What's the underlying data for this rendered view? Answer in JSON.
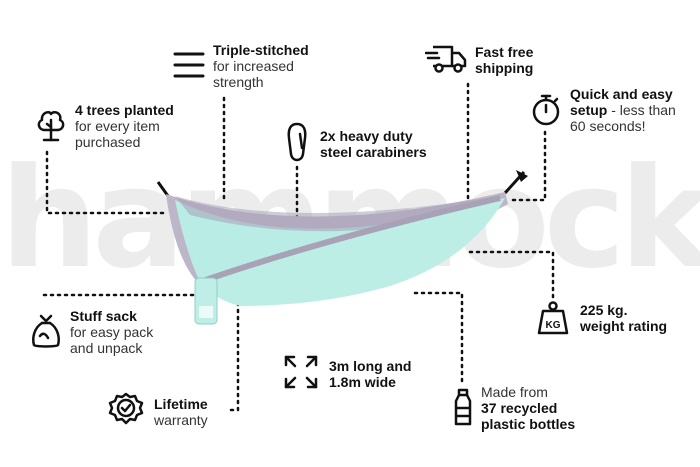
{
  "watermark": "hammock",
  "features": {
    "triple": {
      "title": "Triple-stitched",
      "line1": "for increased",
      "line2": "strength",
      "icon": "menu-lines-icon"
    },
    "shipping": {
      "line1": "Fast free",
      "line2": "shipping",
      "icon": "delivery-truck-icon"
    },
    "setup": {
      "line1": "Quick and easy",
      "line2": "setup",
      "line2_rest": " - less than",
      "line3": "60 seconds!",
      "icon": "stopwatch-icon"
    },
    "trees": {
      "title": "4 trees planted",
      "line1": "for every item",
      "line2": "purchased",
      "icon": "tree-icon"
    },
    "carabiners": {
      "line1": "2x heavy duty",
      "line2": "steel carabiners",
      "icon": "carabiner-icon"
    },
    "weight": {
      "line1": "225 kg.",
      "line2": "weight rating",
      "icon": "kg-weight-icon",
      "icon_text": "KG"
    },
    "sack": {
      "title": "Stuff sack",
      "line1": "for easy pack",
      "line2": "and unpack",
      "icon": "stuff-sack-icon"
    },
    "size": {
      "line1": "3m long and",
      "line2": "1.8m wide",
      "icon": "expand-arrows-icon"
    },
    "lifetime": {
      "title": "Lifetime",
      "line1": "warranty",
      "icon": "badge-check-icon"
    },
    "recycled": {
      "line1": "Made from",
      "line2": "37 recycled",
      "line3": "plastic bottles",
      "icon": "plastic-bottle-icon"
    }
  },
  "colors": {
    "mint": "#b8ebe3",
    "grey": "#b9b3c6",
    "text": "#111111",
    "watermark": "#ececec"
  }
}
